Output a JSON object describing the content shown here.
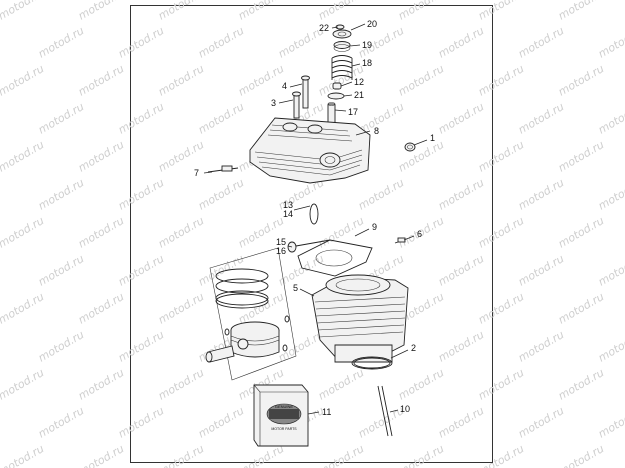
{
  "watermark": "motod.ru",
  "callouts": [
    {
      "num": "22"
    },
    {
      "num": "20"
    },
    {
      "num": "19"
    },
    {
      "num": "18"
    },
    {
      "num": "4"
    },
    {
      "num": "12"
    },
    {
      "num": "3"
    },
    {
      "num": "21"
    },
    {
      "num": "17"
    },
    {
      "num": "8"
    },
    {
      "num": "1"
    },
    {
      "num": "7"
    },
    {
      "num": "13"
    },
    {
      "num": "14"
    },
    {
      "num": "9"
    },
    {
      "num": "6"
    },
    {
      "num": "15"
    },
    {
      "num": "16"
    },
    {
      "num": "5"
    },
    {
      "num": "2"
    },
    {
      "num": "11"
    },
    {
      "num": "10"
    }
  ],
  "kit_box": {
    "brand_text": "GENUINE",
    "sub_text": "MOTOR PARTS"
  }
}
